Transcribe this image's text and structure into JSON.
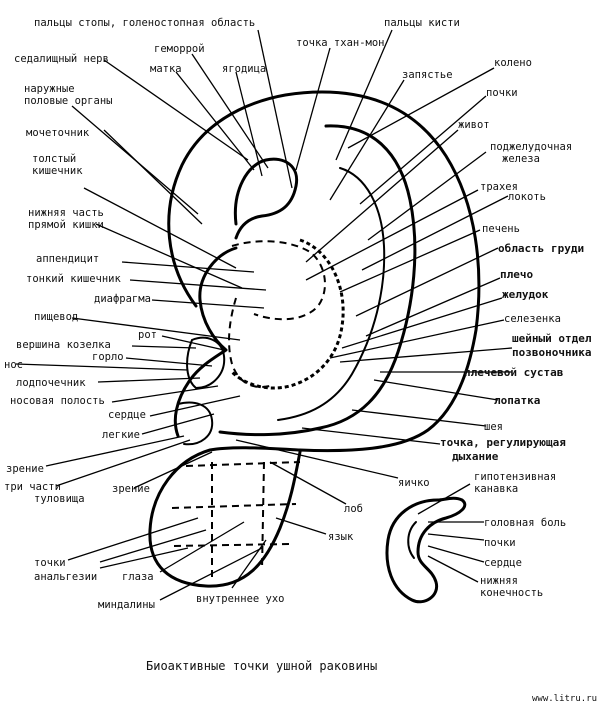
{
  "labels": {
    "toes": "пальцы стопы, голеностопная область",
    "fingers": "пальцы кисти",
    "sciatic": "седалищный нерв",
    "hemorrhoid": "геморрой",
    "point_tanmon": "точка тхан-мон",
    "uterus": "матка",
    "buttock": "ягодица",
    "wrist": "запястье",
    "knee": "колено",
    "genitals_1": "наружные",
    "genitals_2": "половые органы",
    "kidneys": "почки",
    "ureter": "мочеточник",
    "abdomen": "живот",
    "pancreas_1": "поджелудочная",
    "pancreas_2": "железа",
    "colon_1": "толстый",
    "colon_2": "кишечник",
    "trachea": "трахея",
    "elbow": "локоть",
    "rectum_1": "нижняя часть",
    "rectum_2": "прямой кишки",
    "liver": "печень",
    "chest": "область груди",
    "appendix": "аппендицит",
    "small_int": "тонкий кишечник",
    "shoulder": "плечо",
    "diaphragm": "диафрагма",
    "stomach": "желудок",
    "esophagus": "пищевод",
    "spleen": "селезенка",
    "tragus": "вершина козелка",
    "mouth": "рот",
    "cervical_1": "шейный отдел",
    "cervical_2": "позвоночника",
    "throat": "горло",
    "nose": "нос",
    "shoulder_joint": "плечевой сустав",
    "pancreas_sub": "лодпочечник",
    "nasal": "носовая полость",
    "scapula": "лопатка",
    "heart": "сердце",
    "neck": "шея",
    "lungs": "легкие",
    "breath_1": "точка, регулирующая",
    "breath_2": "дыхание",
    "vision_l": "зрение",
    "testicle": "яичко",
    "three_1": "три части",
    "three_2": "туловища",
    "hypo_1": "гипотензивная",
    "hypo_2": "канавка",
    "vision_c": "зрение",
    "lobe": "лоб",
    "headache": "головная боль",
    "kidneys2": "почки",
    "tongue": "язык",
    "heart2": "сердце",
    "analgesia_1": "точки",
    "analgesia_2": "анальгезии",
    "eyes": "глаза",
    "lower_1": "нижняя",
    "lower_2": "конечность",
    "tonsils": "миндалины",
    "inner_ear": "внутреннее ухо"
  },
  "caption": "Биоактивные точки ушной раковины",
  "watermark": "www.litru.ru"
}
